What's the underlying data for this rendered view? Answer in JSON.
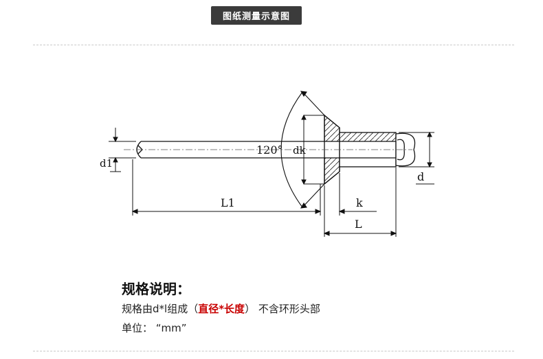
{
  "header": {
    "title": "图纸测量示意图"
  },
  "diagram": {
    "labels": {
      "d1": "d1",
      "angle": "120°",
      "dk": "dk",
      "L1": "L1",
      "k": "k",
      "L": "L",
      "d": "d"
    }
  },
  "spec": {
    "heading": "规格说明：",
    "line1_prefix": "规格由d*l组成（",
    "line1_highlight": "直径*长度",
    "line1_suffix": "） 不含环形头部",
    "line2": "单位：  “mm”"
  }
}
